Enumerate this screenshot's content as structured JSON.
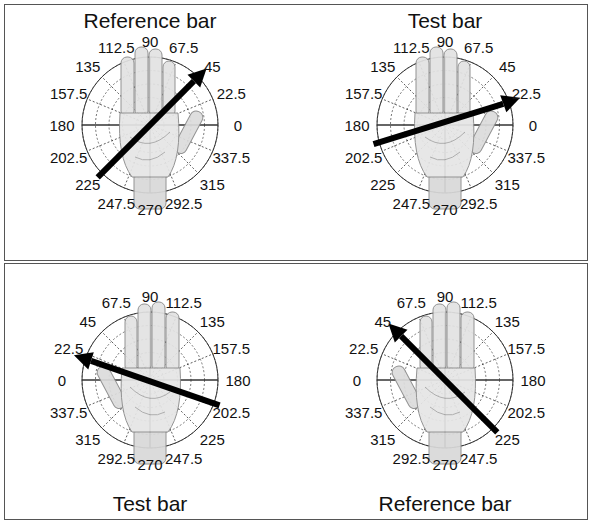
{
  "diagram": {
    "labels": [
      "Reference bar",
      "0",
      "22.5",
      "45",
      "67.5",
      "90",
      "112.5",
      "135",
      "157.5",
      "180",
      "202.5",
      "225",
      "247.5",
      "270",
      "292.5",
      "315",
      "337.5",
      "Test bar",
      "0",
      "22.5",
      "45",
      "67.5",
      "90",
      "112.5",
      "135",
      "157.5",
      "180",
      "202.5",
      "225",
      "247.5",
      "270",
      "292.5",
      "315",
      "337.5",
      "Test bar",
      "0",
      "22.5",
      "45",
      "67.5",
      "90",
      "112.5",
      "135",
      "157.5",
      "180",
      "202.5",
      "225",
      "247.5",
      "270",
      "292.5",
      "315",
      "337.5",
      "Reference bar",
      "0",
      "22.5",
      "45",
      "67.5",
      "90",
      "112.5",
      "135",
      "157.5",
      "180",
      "202.5",
      "225",
      "247.5",
      "270",
      "292.5",
      "315",
      "337.5"
    ]
  }
}
